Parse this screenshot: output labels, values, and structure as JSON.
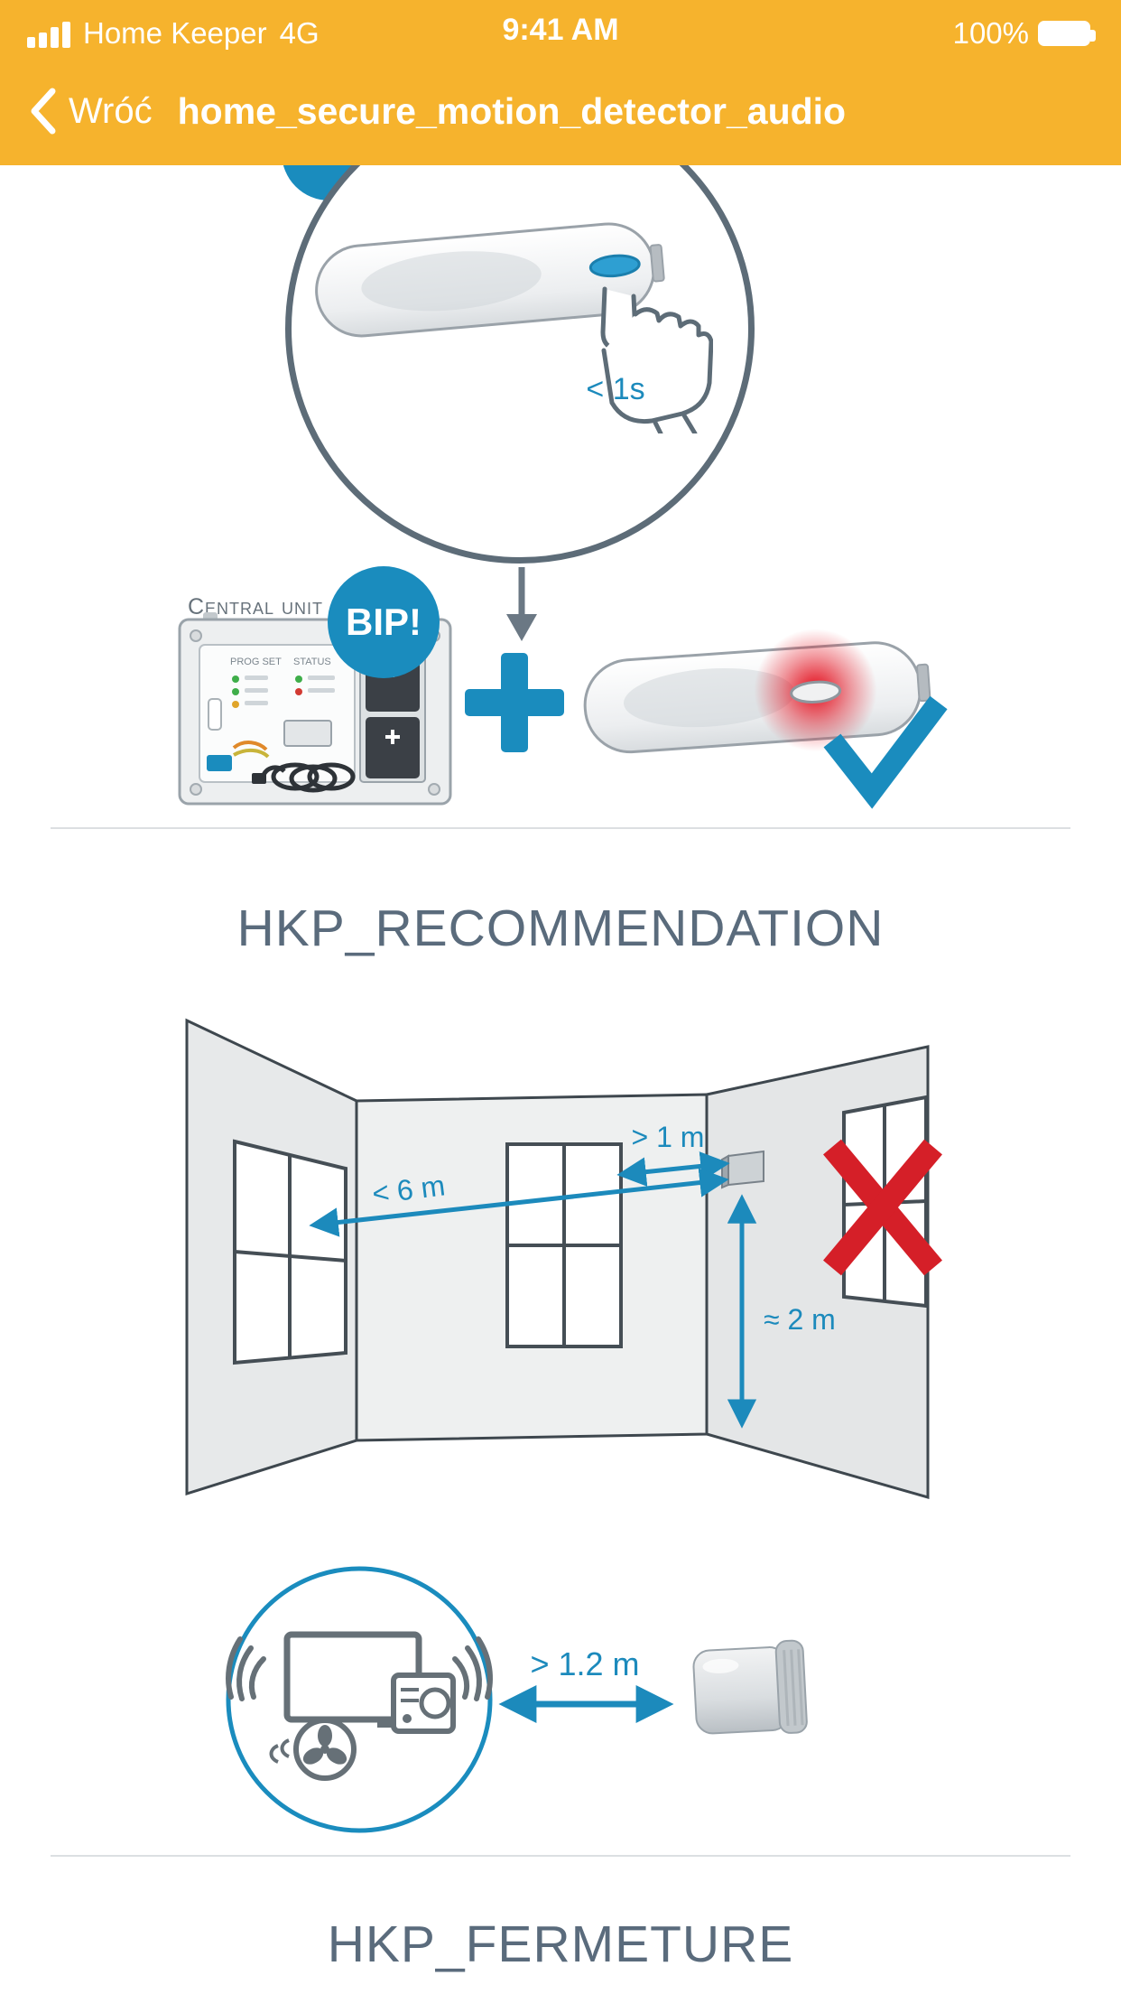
{
  "status_bar": {
    "carrier": "Home Keeper",
    "network": "4G",
    "time": "9:41 AM",
    "battery_percent": "100%"
  },
  "nav_bar": {
    "back_label": "Wróć",
    "title": "home_secure_motion_detector_audio"
  },
  "pairing": {
    "press_duration": "< 1s",
    "central_unit_label": "Central unit",
    "board_labels": {
      "prog": "PROG SET",
      "status": "STATUS"
    },
    "bip": "BIP!"
  },
  "recommendation": {
    "title": "HKP_RECOMMENDATION",
    "distance_to_wall": "> 1 m",
    "detection_range": "< 6 m",
    "mounting_height": "≈ 2 m",
    "interference_distance": "> 1.2 m"
  },
  "closing": {
    "title": "HKP_FERMETURE"
  },
  "colors": {
    "header": "#F6B32D",
    "accent_blue": "#1A8CBE",
    "heading": "#5A6B7C",
    "alert_red": "#D51F28"
  }
}
